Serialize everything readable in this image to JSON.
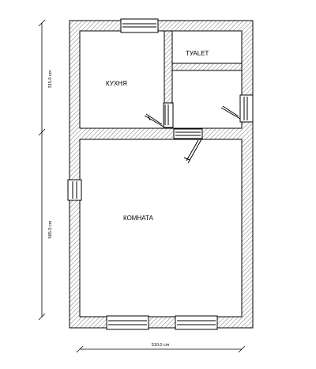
{
  "rooms": {
    "kitchen": "КУХНЯ",
    "toilet": "ТУАLЕТ",
    "room": "КОМНАТА"
  },
  "dimensions": {
    "width": "510.0 cm",
    "height_top": "315.0 cm",
    "height_bottom": "565.0 cm"
  },
  "colors": {
    "wall_outline": "#000000",
    "hatch": "#555555",
    "window_frame": "#000000"
  },
  "icons": {
    "window": "window-symbol",
    "door": "door-swing-symbol"
  }
}
